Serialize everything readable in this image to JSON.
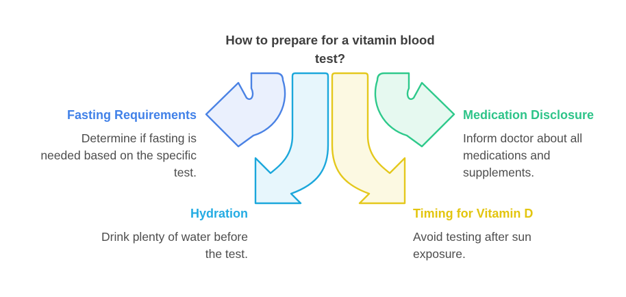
{
  "title": "How to prepare for a vitamin blood\ntest?",
  "title_color": "#3E3E3E",
  "body_text_color": "#4D4D4D",
  "background_color": "#FFFFFF",
  "sections": {
    "fasting": {
      "heading": "Fasting Requirements",
      "body": "Determine if fasting is\nneeded based on the specific\ntest.",
      "heading_color": "#4181E8"
    },
    "medication": {
      "heading": "Medication Disclosure",
      "body": "Inform doctor about all\nmedications and\nsupplements.",
      "heading_color": "#2EC489"
    },
    "hydration": {
      "heading": "Hydration",
      "body": "Drink plenty of water before\nthe test.",
      "heading_color": "#25ACE3"
    },
    "timing": {
      "heading": "Timing for Vitamin D",
      "body": "Avoid testing after sun\nexposure.",
      "heading_color": "#E3C50F"
    }
  },
  "arrows": {
    "fasting": {
      "icon": "curved-left-arrow",
      "stroke": "#4A82E4",
      "fill": "#EAF0FD"
    },
    "hydration": {
      "icon": "curved-down-left-arrow",
      "stroke": "#1BA7DB",
      "fill": "#E7F6FC"
    },
    "timing": {
      "icon": "curved-down-right-arrow",
      "stroke": "#E4C81C",
      "fill": "#FCF9E2"
    },
    "medication": {
      "icon": "curved-right-arrow",
      "stroke": "#2EC98B",
      "fill": "#E6F9F0"
    }
  }
}
